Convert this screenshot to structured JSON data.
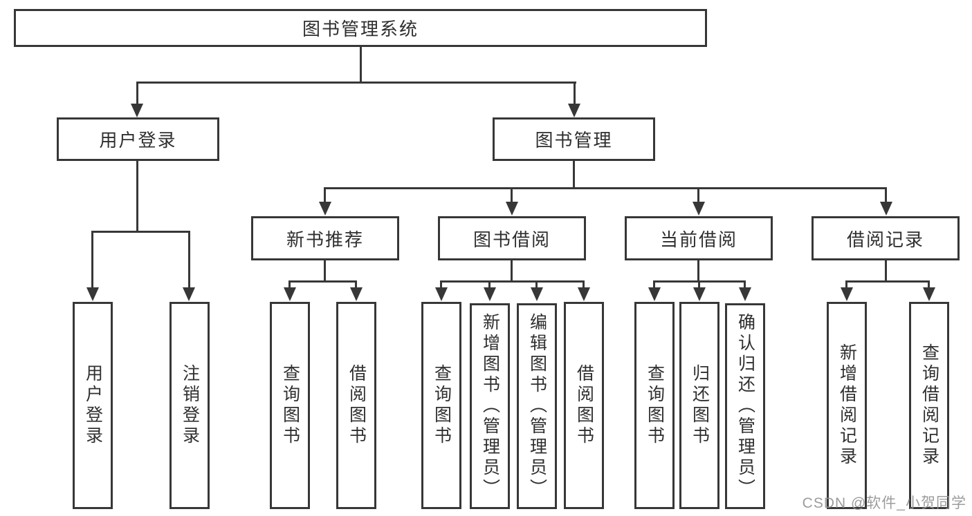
{
  "diagram": {
    "root": "图书管理系统",
    "level2": [
      "用户登录",
      "图书管理"
    ],
    "level3": [
      "新书推荐",
      "图书借阅",
      "当前借阅",
      "借阅记录"
    ],
    "leaves": {
      "user_login": [
        "用户登录",
        "注销登录"
      ],
      "new_book": [
        "查询图书",
        "借阅图书"
      ],
      "book_borrow": [
        "查询图书",
        "新增图书（管理员）",
        "编辑图书（管理员）",
        "借阅图书"
      ],
      "current_borrow": [
        "查询图书",
        "归还图书",
        "确认归还（管理员）"
      ],
      "borrow_records": [
        "新增借阅记录",
        "查询借阅记录"
      ]
    }
  },
  "watermark": "CSDN @软件_小贺同学",
  "colors": {
    "line": "#373737",
    "text": "#2f2f2f",
    "watermark": "#919191",
    "background": "#ffffff"
  }
}
